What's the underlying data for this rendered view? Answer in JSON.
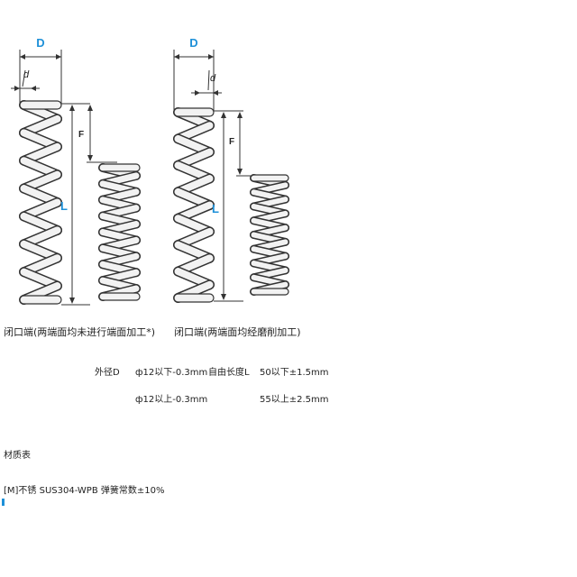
{
  "diagram": {
    "labels": {
      "outer_diameter": "D",
      "wire_diameter": "d",
      "free_length": "L",
      "deflection": "F"
    },
    "colors": {
      "dimension_blue": "#1e90d8",
      "line": "#333333",
      "coil_fill": "#f2f2f2"
    },
    "captions": {
      "left": "闭口端(两端面均未进行端面加工*)",
      "right": "闭口端(两端面均经磨削加工)"
    },
    "tolerances": {
      "od_label": "外径D",
      "od_row1": "ф12以下-0.3mm",
      "od_row2": "ф12以上-0.3mm",
      "free_length_label": "自由长度L",
      "fl_row1": "50以下±1.5mm",
      "fl_row2": "55以上±2.5mm"
    },
    "material": {
      "title": "材质表",
      "row1": "[M]不锈 SUS304-WPB  弹簧常数±10%"
    }
  }
}
